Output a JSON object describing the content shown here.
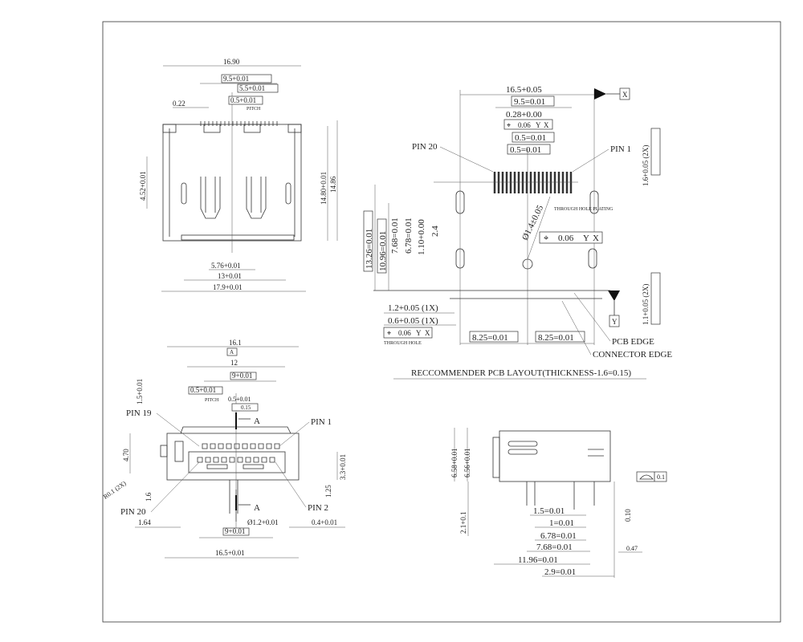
{
  "top_view": {
    "width_total": "16.90",
    "dim_a": "9.5+0.01",
    "dim_b": "5.5+0.01",
    "dim_c": "0.5+0.01",
    "pitch": "PITCH",
    "dim_d": "0.22",
    "height_a": "14.80+0.01",
    "height_b": "14.86",
    "left_height": "4.52+0.01",
    "bottom_a": "5.76+0.01",
    "bottom_b": "13+0.01",
    "bottom_c": "17.9+0.01"
  },
  "pcb_layout": {
    "width": "16.5+0.05",
    "pin_span": "9.5=0.01",
    "pad_width": "0.28+0.00",
    "fcf_symbol": "⌖",
    "fcf_tol": "0.06",
    "datum_y": "Y",
    "datum_x": "X",
    "pitch_a": "0.5=0.01",
    "pitch_b": "0.5=0.01",
    "pin20": "PIN 20",
    "pin1": "PIN 1",
    "hole_top_right": "1.6+0.05 (2X)",
    "hole_bottom_right": "1.1+0.05 (2X)",
    "h_13_26": "13.26=0.01",
    "h_10_96": "10.96=0.01",
    "h_7_68": "7.68=0.01",
    "h_6_78": "6.78=0.01",
    "h_1_10": "1.10+0.00",
    "h_2_4": "2.4",
    "hole_dia": "Ø1.4±0.05",
    "plating_note": "THROUGH HOLE PLATING",
    "slot_a": "1.2+0.05 (1X)",
    "slot_b": "0.6+0.05 (1X)",
    "through_hole": "THROUGH HOLE",
    "half_a": "8.25=0.01",
    "half_b": "8.25=0.01",
    "pcb_edge": "PCB EDGE",
    "connector_edge": "CONNECTOR EDGE",
    "title": "RECCOMMENDER PCB LAYOUT(THICKNESS-1.6=0.15)"
  },
  "front_view": {
    "width_top": "16.1",
    "datum_a": "A",
    "dim_12": "12",
    "dim_9_top": "9+0.01",
    "dim_05_a": "0.5+0.01",
    "pitch": "PITCH",
    "dim_05_b": "0.5+0.01",
    "fcf_tol": "0.15",
    "pin19": "PIN 19",
    "pin1": "PIN 1",
    "pin2": "PIN 2",
    "pin20": "PIN 20",
    "section_a_top": "A",
    "section_a_bottom": "A",
    "h_470": "4.70",
    "h_15": "1.5+0.01",
    "h_33": "3.3+0.01",
    "h_125": "1.25",
    "h_16": "1.6",
    "radius": "R0.1 (2X)",
    "dim_164": "1.64",
    "dia_12": "Ø1.2+0.01",
    "dim_04": "0.4+0.01",
    "dim_9_bottom": "9+0.01",
    "width_bottom": "16.5+0.01"
  },
  "side_view": {
    "h_658": "6.58+0.01",
    "h_656": "6.56+0.01",
    "h_21": "2.1+0.1",
    "d_15": "1.5=0.01",
    "d_1": "1=0.01",
    "d_678": "6.78=0.01",
    "d_768": "7.68=0.01",
    "d_1196": "11.96=0.01",
    "d_29": "2.9=0.01",
    "d_010": "0.10",
    "d_047": "0.47",
    "flatness": "0.1"
  }
}
